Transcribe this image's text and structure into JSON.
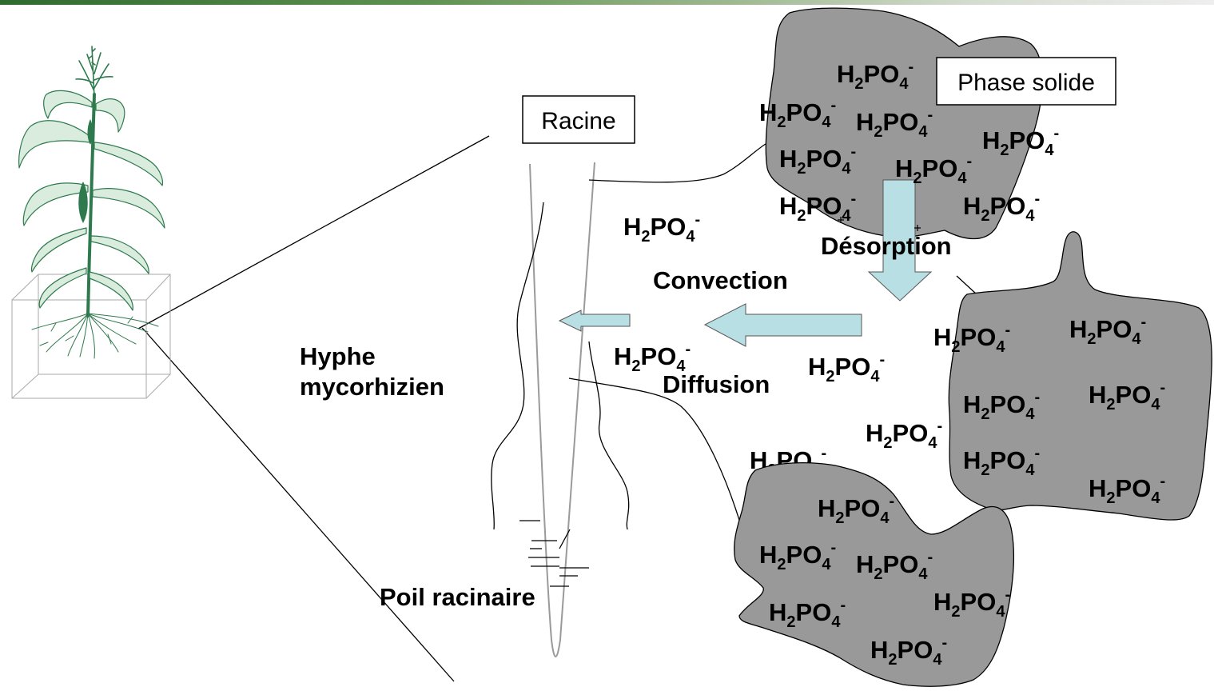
{
  "labels": {
    "racine": "Racine",
    "phase_solide": "Phase solide",
    "desorption": "Désorption",
    "convection": "Convection",
    "diffusion": "Diffusion",
    "hyphe": {
      "line1": "Hyphe",
      "line2": "mycorhizien"
    },
    "poil_racinaire": "Poil racinaire"
  },
  "ions": [
    "H2PO4-",
    "H2PO4-",
    "H2PO4-",
    "H2PO4-",
    "H2PO4-",
    "H2PO4-",
    "H2PO4-",
    "H2PO4-",
    "H2PO4-",
    "H2PO4-",
    "H2PO4-",
    "H2PO4-",
    "H2PO4-",
    "H2PO4-",
    "H2PO4-",
    "H2PO4-",
    "H2PO4-",
    "H2PO4-",
    "H2PO4-",
    "H2PO4-",
    "H2PO4-",
    "H2PO4-",
    "H2PO4-",
    "H2PO4-",
    "H2PO4-"
  ],
  "colors": {
    "solid_phase": "#999999",
    "arrow_fill": "#b8dfe3",
    "plant_green": "#2e7a4e",
    "leaf_fill": "#d9ecdd",
    "root_gray": "#9a9a9a"
  }
}
